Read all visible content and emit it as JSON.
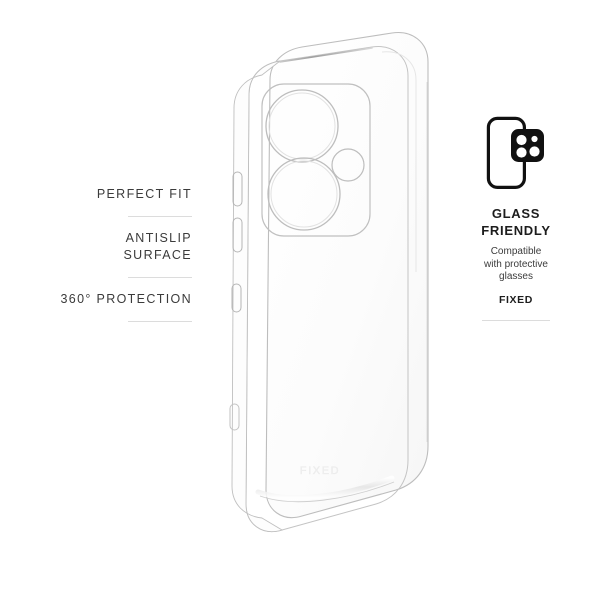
{
  "background_color": "#ffffff",
  "accent_color": "#1d1d1d",
  "rule_color": "#dcdcdc",
  "features": {
    "items": [
      {
        "label": "PERFECT FIT"
      },
      {
        "label": "ANTISLIP\nSURFACE"
      },
      {
        "label": "360° PROTECTION"
      }
    ]
  },
  "badge": {
    "icon_name": "phone-camera-glass-icon",
    "title": "GLASS\nFRIENDLY",
    "subtitle": "Compatible\nwith protective\nglasses",
    "brand": "FIXED"
  },
  "product": {
    "name": "transparent-phone-case",
    "emboss_brand": "FIXED",
    "camera_cutout": {
      "lenses": 2,
      "small_lens": 1
    },
    "side_buttons": 3
  }
}
